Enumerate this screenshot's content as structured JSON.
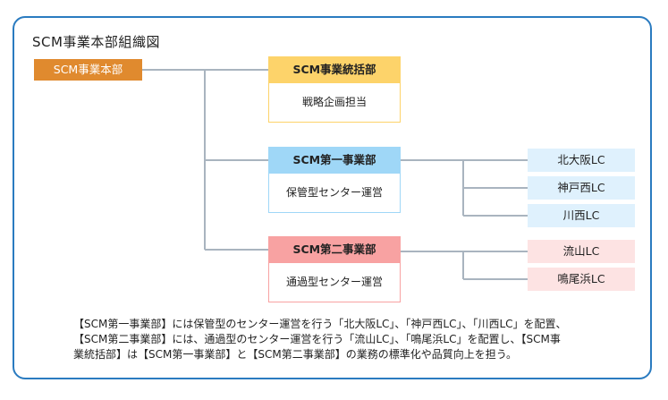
{
  "title": "SCM事業本部組織図",
  "root": "SCM事業本部",
  "units": [
    {
      "name": "SCM事業統括部",
      "desc": "戦略企画担当",
      "color": "#fdd36a"
    },
    {
      "name": "SCM第一事業部",
      "desc": "保管型センター運営",
      "color": "#9fd7f7"
    },
    {
      "name": "SCM第二事業部",
      "desc": "通過型センター運営",
      "color": "#f8a2a2"
    }
  ],
  "lcs_first": [
    "北大阪LC",
    "神戸西LC",
    "川西LC"
  ],
  "lcs_second": [
    "流山LC",
    "鳴尾浜LC"
  ],
  "colors": {
    "frame": "#2a7bc0",
    "root": "#e08a2e",
    "line": "#a9b4bf",
    "lc_blue": "#dff1fd",
    "lc_pink": "#fde3e3"
  },
  "note_lines": [
    "【SCM第一事業部】には保管型のセンター運営を行う「北大阪LC」、「神戸西LC」、「川西LC」を配置、",
    "【SCM第二事業部】には、通過型のセンター運営を行う「流山LC」、「鳴尾浜LC」を配置し、【SCM事",
    "業統括部】は【SCM第一事業部】と【SCM第二事業部】の業務の標準化や品質向上を担う。"
  ]
}
